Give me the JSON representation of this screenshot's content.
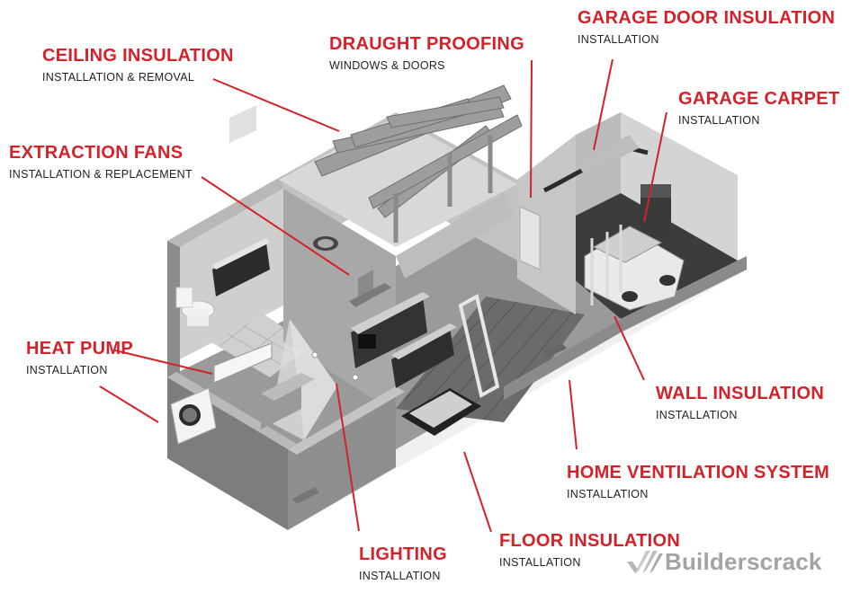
{
  "callouts": [
    {
      "id": "ceiling",
      "title": "CEILING INSULATION",
      "sub": "INSTALLATION & REMOVAL"
    },
    {
      "id": "draught",
      "title": "DRAUGHT PROOFING",
      "sub": "WINDOWS & DOORS"
    },
    {
      "id": "garage-door",
      "title": "GARAGE DOOR INSULATION",
      "sub": "INSTALLATION"
    },
    {
      "id": "garage-carpet",
      "title": "GARAGE CARPET",
      "sub": "INSTALLATION"
    },
    {
      "id": "extraction",
      "title": "EXTRACTION FANS",
      "sub": "INSTALLATION & REPLACEMENT"
    },
    {
      "id": "heat-pump",
      "title": "HEAT PUMP",
      "sub": "INSTALLATION"
    },
    {
      "id": "wall",
      "title": "WALL INSULATION",
      "sub": "INSTALLATION"
    },
    {
      "id": "ventilation",
      "title": "HOME VENTILATION SYSTEM",
      "sub": "INSTALLATION"
    },
    {
      "id": "floor",
      "title": "FLOOR INSULATION",
      "sub": "INSTALLATION"
    },
    {
      "id": "lighting",
      "title": "LIGHTING",
      "sub": "INSTALLATION"
    }
  ],
  "brand": {
    "name": "Builderscrack",
    "icon": "builderscrack-logo-icon"
  },
  "colors": {
    "accent": "#d3222a",
    "subtext": "#222222",
    "brand": "#a3a3a3"
  }
}
